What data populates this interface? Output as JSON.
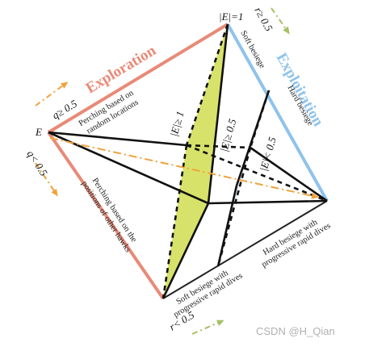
{
  "labels": {
    "exploration": "Exploration",
    "exploitation": "Exploitation",
    "perching_random": [
      "Perching based on",
      "random locations"
    ],
    "perching_hawks": [
      "Perching based on the",
      "positions of other hawks"
    ],
    "soft_besiege": "Soft besiege",
    "hard_besiege": "Hard besiege",
    "hard_besiege_dives": [
      "Hard besiege with",
      "progressive rapid dives"
    ],
    "soft_besiege_dives": [
      "Soft besiege with",
      "progressive rapid dives"
    ],
    "q_ge": "q≥ 0.5",
    "q_lt": "q< 0.5",
    "r_ge": "r≥ 0.5",
    "r_lt": "r< 0.5",
    "e_vertex": "E",
    "e_eq1": "|E|=1",
    "e_ge1": "|E|≥ 1",
    "e_ge05": "|E|≥ 0.5",
    "e_lt05": "|E|< 0.5"
  },
  "colors": {
    "exploration": "#e88a77",
    "exploitation": "#8ec3ec",
    "arrow_orange": "#f0a33c",
    "arrow_green": "#a6c063",
    "yellow_face": "#d7e26a",
    "blue_face": "#e6f0f8"
  },
  "watermark": "CSDN @H_Qian"
}
